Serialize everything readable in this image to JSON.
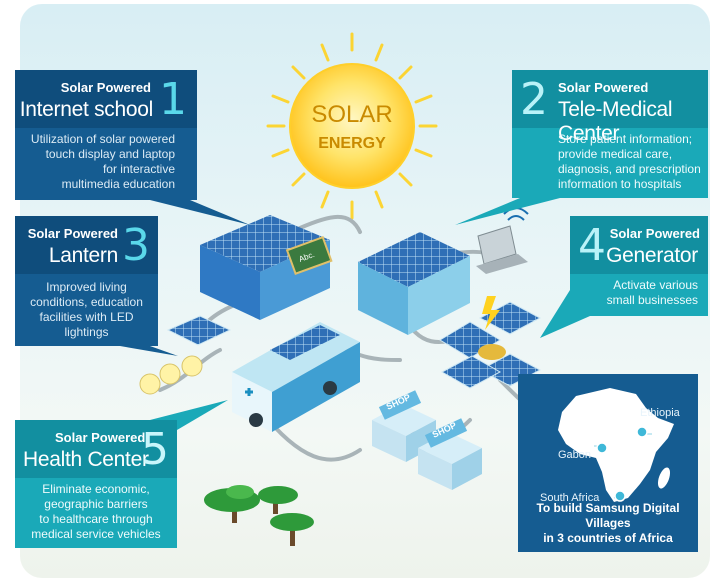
{
  "sun": {
    "line1": "SOLAR",
    "line2": "ENERGY"
  },
  "callouts": [
    {
      "prefix": "Solar Powered",
      "title": "Internet school",
      "number": "1",
      "lines": [
        "Utilization of solar powered",
        "touch display and laptop",
        "for interactive",
        "multimedia education"
      ]
    },
    {
      "prefix": "Solar Powered",
      "title": "Tele-Medical Center",
      "number": "2",
      "lines": [
        "Store patient information;",
        "provide medical care,",
        "diagnosis, and prescription",
        "information to hospitals"
      ]
    },
    {
      "prefix": "Solar Powered",
      "title": "Lantern",
      "number": "3",
      "lines": [
        "Improved living",
        "conditions, education",
        "facilities with LED",
        "lightings"
      ]
    },
    {
      "prefix": "Solar Powered",
      "title": "Generator",
      "number": "4",
      "lines": [
        "Activate various",
        "small businesses"
      ]
    },
    {
      "prefix": "Solar Powered",
      "title": "Health Center",
      "number": "5",
      "lines": [
        "Eliminate economic,",
        "geographic barriers",
        "to healthcare through",
        "medical service vehicles"
      ]
    }
  ],
  "africa": {
    "locations": [
      "Ethiopia",
      "Gabon",
      "South Africa"
    ],
    "caption_lines": [
      "To build Samsung Digital Villages",
      "in 3 countries of Africa"
    ]
  },
  "scene_labels": {
    "shop": "SHOP",
    "board": "Abc."
  },
  "colors": {
    "dark_blue": "#155c91",
    "teal": "#1aa9b8",
    "sun": "#ffd52e"
  }
}
